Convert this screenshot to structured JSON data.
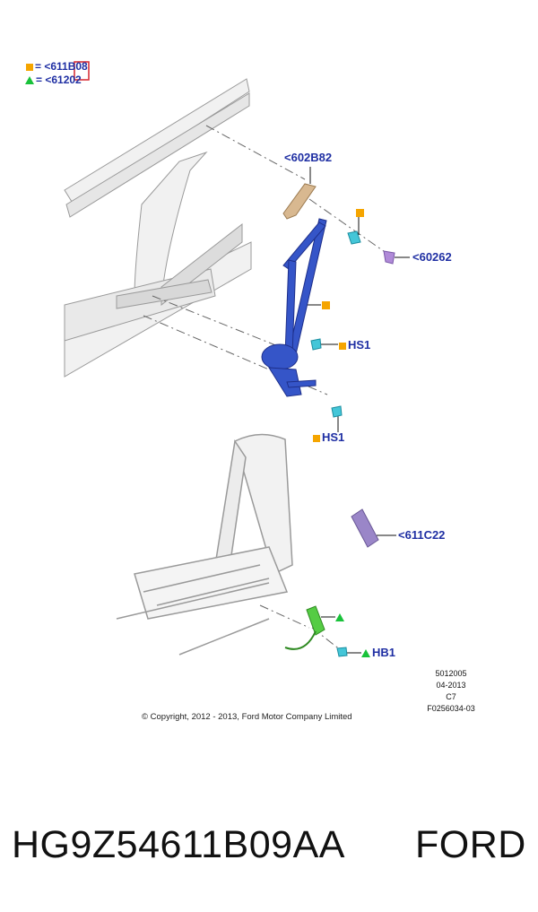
{
  "legend": {
    "row1": "= <611B08",
    "row2": "= <61202"
  },
  "callouts": {
    "retractor_anchor": "<602B82",
    "upper_bolt": "<60262",
    "hs1_upper": "HS1",
    "hs1_lower": "HS1",
    "buckle_stalk": "<611C22",
    "buckle_hb1": "HB1"
  },
  "meta": {
    "line1": "5012005",
    "line2": "04-2013",
    "line3": "C7",
    "line4": "F0256034-03"
  },
  "copyright": "© Copyright, 2012 - 2013, Ford Motor Company Limited",
  "footer": {
    "part_number": "HG9Z54611B09AA",
    "brand": "FORD"
  },
  "colors": {
    "callout_text": "#1f2fa3",
    "marker_square": "#f5a500",
    "marker_triangle": "#19c23a",
    "belt_blue": "#3555c8",
    "buckle_green": "#55cc44",
    "bolt_cyan": "#44c6d8",
    "stalk_purple": "#9a86c8",
    "anchor_tan": "#d8b890"
  }
}
